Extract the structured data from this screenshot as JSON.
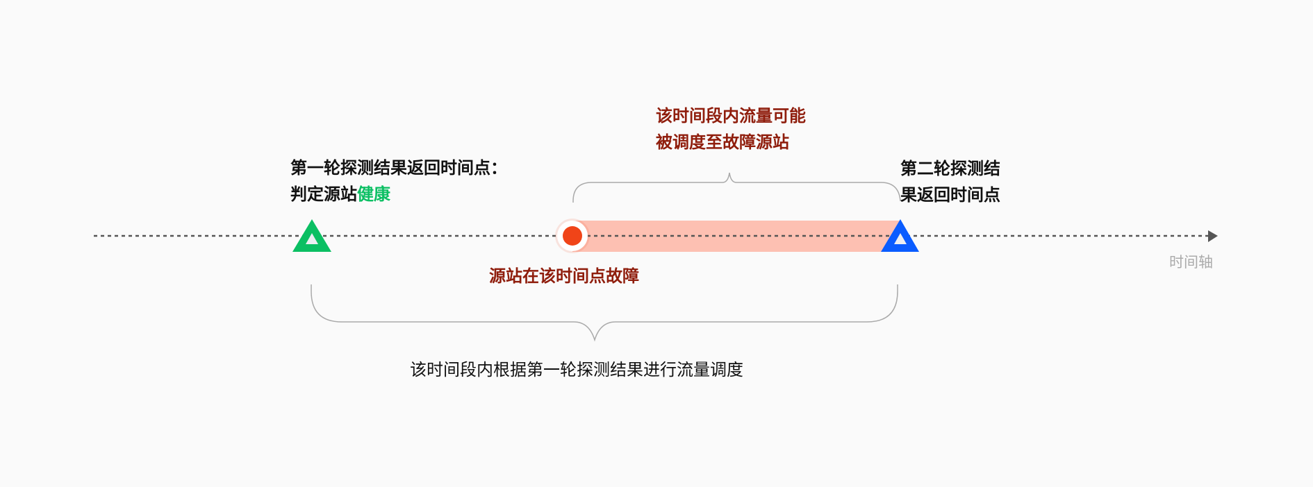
{
  "labels": {
    "first_round_line1": "第一轮探测结果返回时间点：",
    "first_round_line2_prefix": "判定源站",
    "first_round_status": "健康",
    "possible_line1": "该时间段内流量可能",
    "possible_line2": "被调度至故障源站",
    "second_round_line1": "第二轮探测结",
    "second_round_line2": "果返回时间点",
    "failure_point": "源站在该时间点故障",
    "axis_label": "时间轴",
    "scheduling_period": "该时间段内根据第一轮探测结果进行流量调度"
  },
  "colors": {
    "healthy": "#0bbf63",
    "failure": "#f04418",
    "failure_range": "#fdc0b2",
    "second_round": "#0a5cff",
    "annotation": "#8f1d0c"
  },
  "icons": [
    "green-triangle-marker-icon",
    "red-dot-marker-icon",
    "blue-triangle-marker-icon",
    "arrow-right-icon"
  ]
}
